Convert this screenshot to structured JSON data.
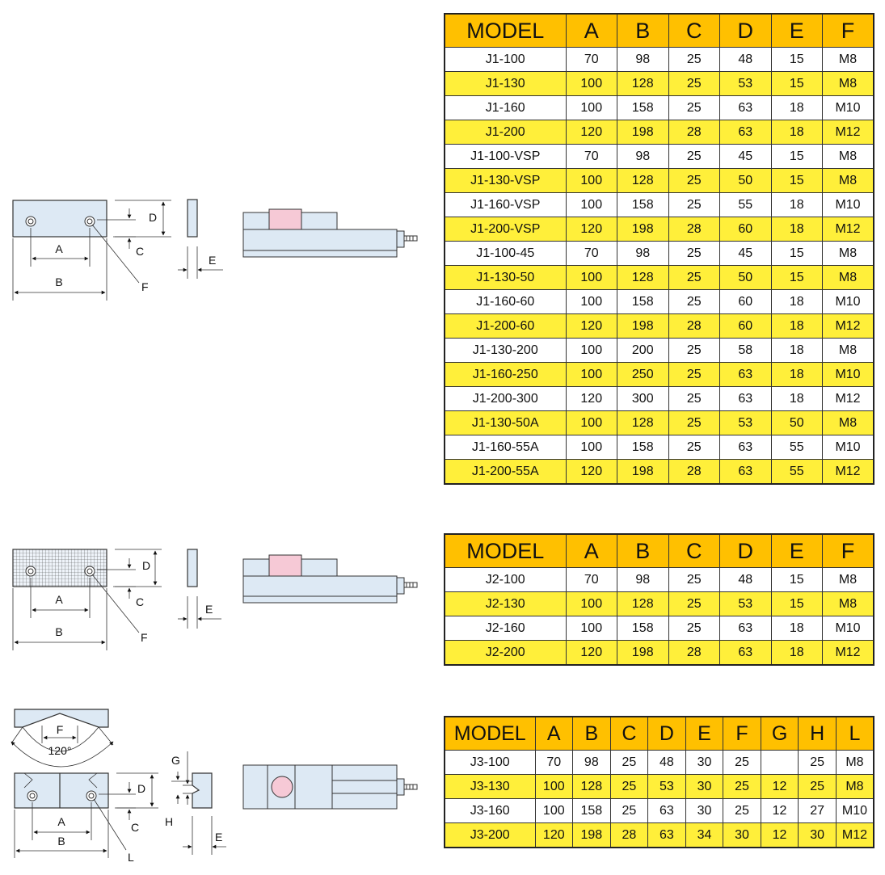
{
  "drawings": {
    "j1": {
      "labels": {
        "A": "A",
        "B": "B",
        "C": "C",
        "D": "D",
        "E": "E",
        "F": "F"
      }
    },
    "j2": {
      "labels": {
        "A": "A",
        "B": "B",
        "C": "C",
        "D": "D",
        "E": "E",
        "F": "F"
      }
    },
    "j3": {
      "labels": {
        "A": "A",
        "B": "B",
        "C": "C",
        "D": "D",
        "E": "E",
        "F": "F",
        "G": "G",
        "H": "H",
        "L": "L",
        "angle": "120°"
      }
    }
  },
  "tables": {
    "j1": {
      "headers": [
        "MODEL",
        "A",
        "B",
        "C",
        "D",
        "E",
        "F"
      ],
      "rows": [
        [
          "J1-100",
          "70",
          "98",
          "25",
          "48",
          "15",
          "M8"
        ],
        [
          "J1-130",
          "100",
          "128",
          "25",
          "53",
          "15",
          "M8"
        ],
        [
          "J1-160",
          "100",
          "158",
          "25",
          "63",
          "18",
          "M10"
        ],
        [
          "J1-200",
          "120",
          "198",
          "28",
          "63",
          "18",
          "M12"
        ],
        [
          "J1-100-VSP",
          "70",
          "98",
          "25",
          "45",
          "15",
          "M8"
        ],
        [
          "J1-130-VSP",
          "100",
          "128",
          "25",
          "50",
          "15",
          "M8"
        ],
        [
          "J1-160-VSP",
          "100",
          "158",
          "25",
          "55",
          "18",
          "M10"
        ],
        [
          "J1-200-VSP",
          "120",
          "198",
          "28",
          "60",
          "18",
          "M12"
        ],
        [
          "J1-100-45",
          "70",
          "98",
          "25",
          "45",
          "15",
          "M8"
        ],
        [
          "J1-130-50",
          "100",
          "128",
          "25",
          "50",
          "15",
          "M8"
        ],
        [
          "J1-160-60",
          "100",
          "158",
          "25",
          "60",
          "18",
          "M10"
        ],
        [
          "J1-200-60",
          "120",
          "198",
          "28",
          "60",
          "18",
          "M12"
        ],
        [
          "J1-130-200",
          "100",
          "200",
          "25",
          "58",
          "18",
          "M8"
        ],
        [
          "J1-160-250",
          "100",
          "250",
          "25",
          "63",
          "18",
          "M10"
        ],
        [
          "J1-200-300",
          "120",
          "300",
          "25",
          "63",
          "18",
          "M12"
        ],
        [
          "J1-130-50A",
          "100",
          "128",
          "25",
          "53",
          "50",
          "M8"
        ],
        [
          "J1-160-55A",
          "100",
          "158",
          "25",
          "63",
          "55",
          "M10"
        ],
        [
          "J1-200-55A",
          "120",
          "198",
          "28",
          "63",
          "55",
          "M12"
        ]
      ]
    },
    "j2": {
      "headers": [
        "MODEL",
        "A",
        "B",
        "C",
        "D",
        "E",
        "F"
      ],
      "rows": [
        [
          "J2-100",
          "70",
          "98",
          "25",
          "48",
          "15",
          "M8"
        ],
        [
          "J2-130",
          "100",
          "128",
          "25",
          "53",
          "15",
          "M8"
        ],
        [
          "J2-160",
          "100",
          "158",
          "25",
          "63",
          "18",
          "M10"
        ],
        [
          "J2-200",
          "120",
          "198",
          "28",
          "63",
          "18",
          "M12"
        ]
      ]
    },
    "j3": {
      "headers": [
        "MODEL",
        "A",
        "B",
        "C",
        "D",
        "E",
        "F",
        "G",
        "H",
        "L"
      ],
      "rows": [
        [
          "J3-100",
          "70",
          "98",
          "25",
          "48",
          "30",
          "25",
          "",
          "25",
          "M8"
        ],
        [
          "J3-130",
          "100",
          "128",
          "25",
          "53",
          "30",
          "25",
          "12",
          "25",
          "M8"
        ],
        [
          "J3-160",
          "100",
          "158",
          "25",
          "63",
          "30",
          "25",
          "12",
          "27",
          "M10"
        ],
        [
          "J3-200",
          "120",
          "198",
          "28",
          "63",
          "34",
          "30",
          "12",
          "30",
          "M12"
        ]
      ]
    }
  },
  "colors": {
    "header": "#ffc000",
    "stripe": "#ffef3a",
    "part_fill": "#dde9f4",
    "jaw_fill": "#f6c9d6"
  }
}
